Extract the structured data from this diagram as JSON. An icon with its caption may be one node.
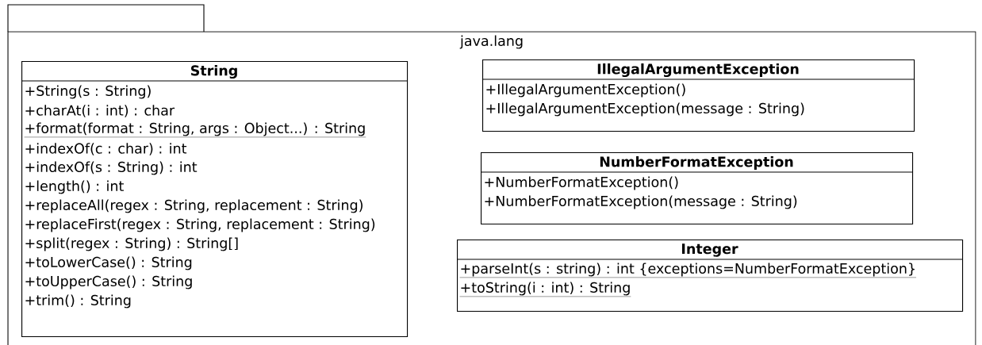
{
  "diagram": {
    "nodes": [
      {
        "text": [
          "java.lang"
        ]
      },
      {
        "text": [
          "String",
          "+String(s : String)",
          "+charAt(i : int) : char",
          "+format(format : String, args : Object...) : String",
          "+indexOf(c : char) : int",
          "+indexOf(s : String) : int",
          "+length() : int",
          "+replaceAll(regex : String, replacement : String)",
          "+replaceFirst(regex : String, replacement : String)",
          "+split(regex : String) : String[]",
          "+toLowerCase() : String",
          "+toUpperCase() : String",
          "+trim() : String"
        ],
        "in": 0
      },
      {
        "text": [
          "IllegalArgumentException",
          "+IllegalArgumentException()",
          "+IllegalArgumentException(message : String)"
        ],
        "in": 0
      },
      {
        "text": [
          "NumberFormatException",
          "+NumberFormatException()",
          "+NumberFormatException(message : String)"
        ],
        "in": 0
      },
      {
        "text": [
          "Integer",
          "+parseInt(s : string) : int {exceptions=NumberFormatException}",
          "+toString(i : int) : String"
        ],
        "in": 0
      }
    ]
  }
}
